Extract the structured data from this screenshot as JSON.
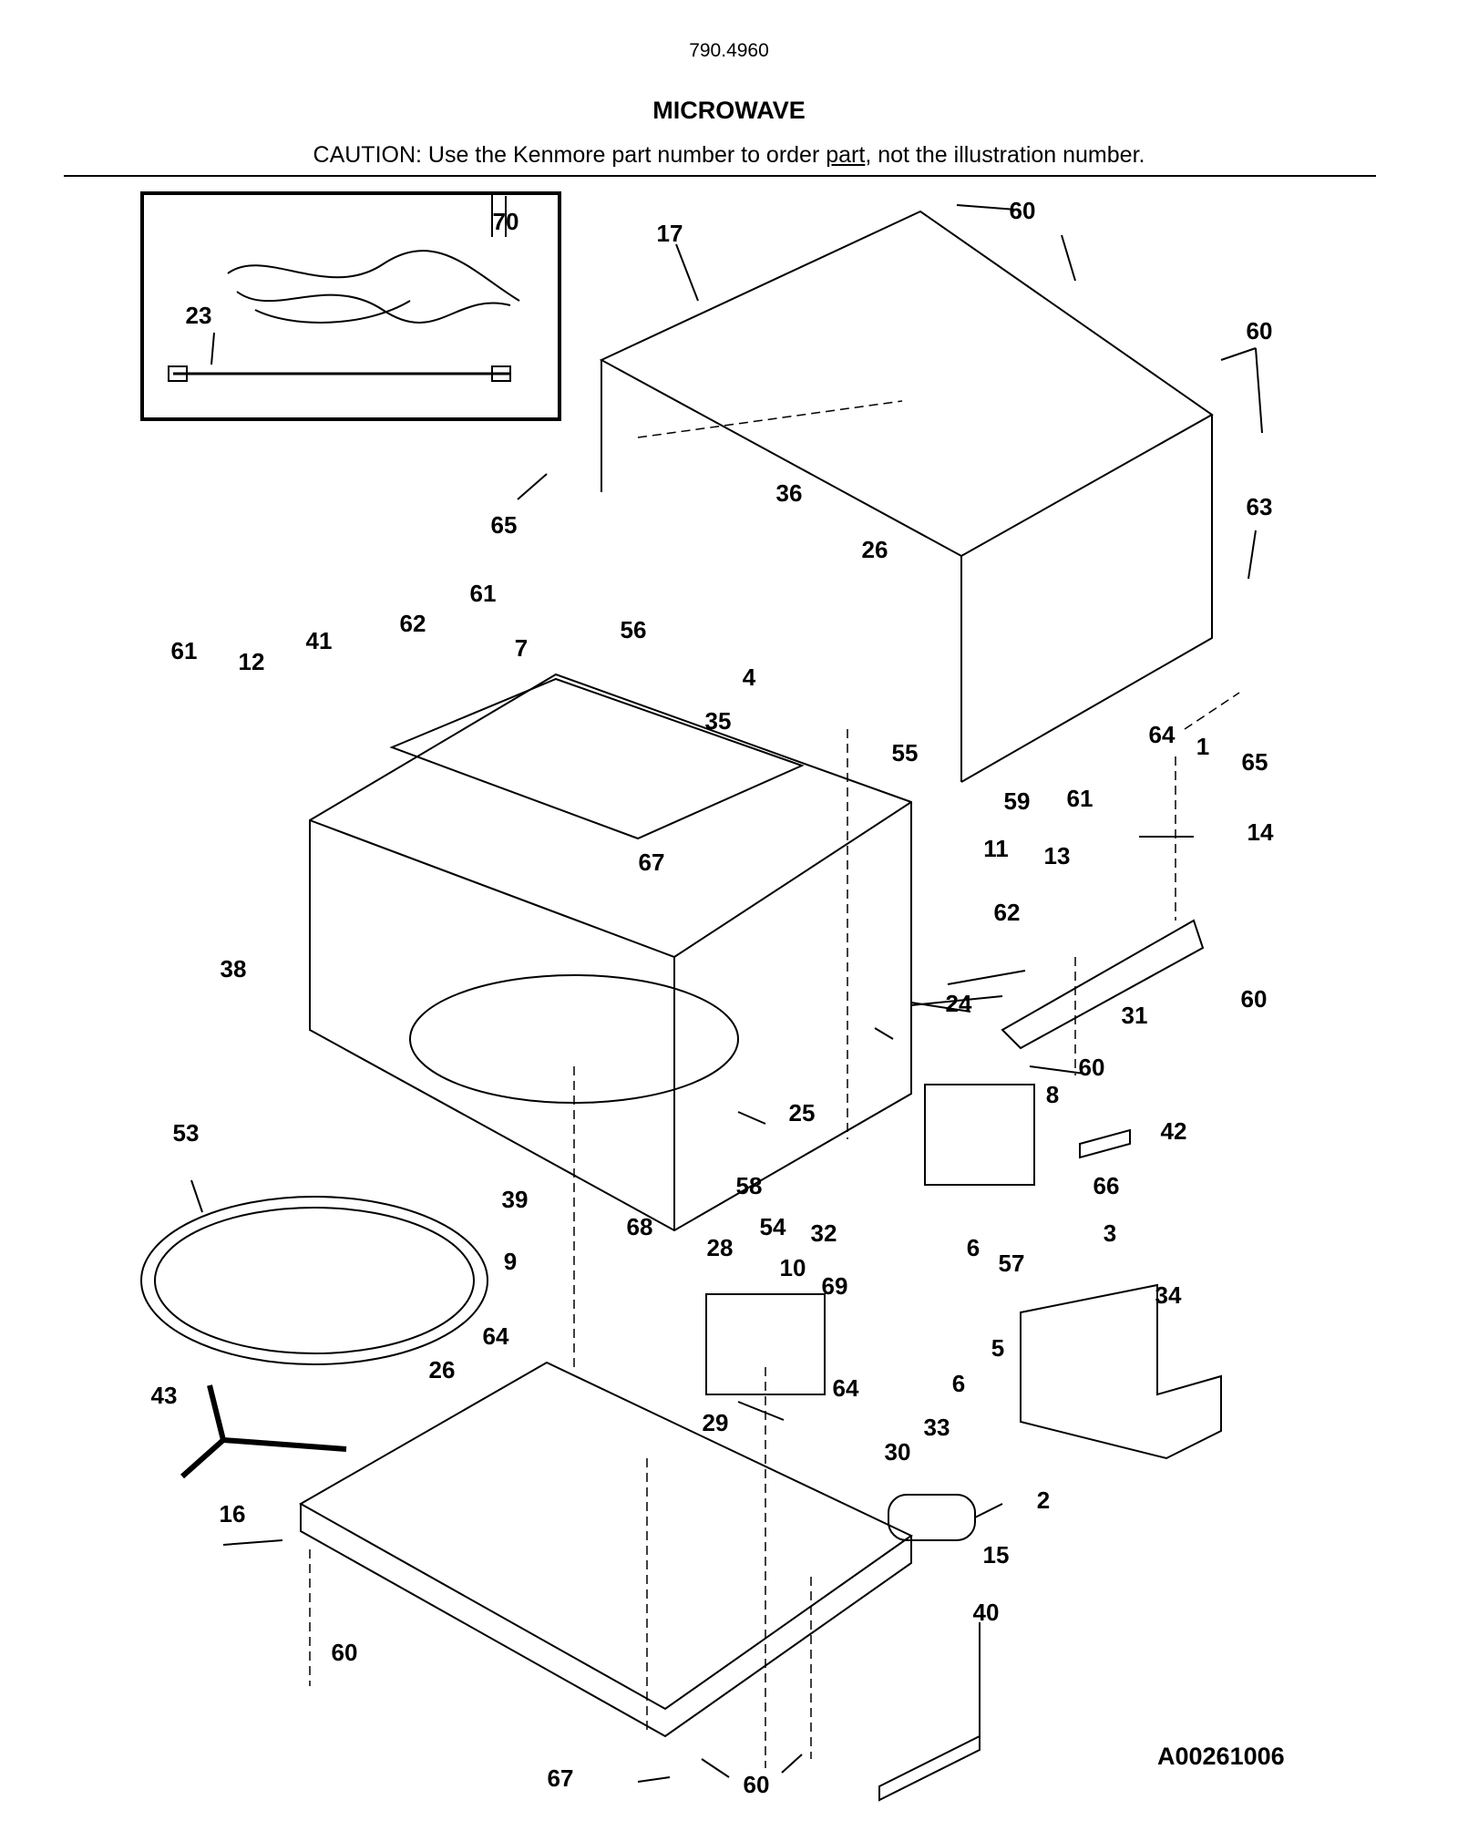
{
  "header": {
    "model_number": "790.4960",
    "title": "MICROWAVE",
    "caution_prefix": "CAUTION: Use the Kenmore part number to order ",
    "caution_link": "part",
    "caution_suffix": ", not the illustration number."
  },
  "diagram_code": "A00261006",
  "callouts": [
    {
      "id": "c70a",
      "text": "70"
    },
    {
      "id": "c23",
      "text": "23"
    },
    {
      "id": "c17",
      "text": "17"
    },
    {
      "id": "c60a",
      "text": "60"
    },
    {
      "id": "c60b",
      "text": "60"
    },
    {
      "id": "c65a",
      "text": "65"
    },
    {
      "id": "c63",
      "text": "63"
    },
    {
      "id": "c36",
      "text": "36"
    },
    {
      "id": "c26a",
      "text": "26"
    },
    {
      "id": "c61a",
      "text": "61"
    },
    {
      "id": "c62a",
      "text": "62"
    },
    {
      "id": "c7",
      "text": "7"
    },
    {
      "id": "c61b",
      "text": "61"
    },
    {
      "id": "c12",
      "text": "12"
    },
    {
      "id": "c41",
      "text": "41"
    },
    {
      "id": "c56",
      "text": "56"
    },
    {
      "id": "c4",
      "text": "4"
    },
    {
      "id": "c55",
      "text": "55"
    },
    {
      "id": "c35",
      "text": "35"
    },
    {
      "id": "c65b",
      "text": "65"
    },
    {
      "id": "c64a",
      "text": "64"
    },
    {
      "id": "c1",
      "text": "1"
    },
    {
      "id": "c59",
      "text": "59"
    },
    {
      "id": "c11",
      "text": "11"
    },
    {
      "id": "c61c",
      "text": "61"
    },
    {
      "id": "c14",
      "text": "14"
    },
    {
      "id": "c13",
      "text": "13"
    },
    {
      "id": "c67a",
      "text": "67"
    },
    {
      "id": "c62b",
      "text": "62"
    },
    {
      "id": "c38",
      "text": "38"
    },
    {
      "id": "c24",
      "text": "24"
    },
    {
      "id": "c31",
      "text": "31"
    },
    {
      "id": "c60c",
      "text": "60"
    },
    {
      "id": "c60d",
      "text": "60"
    },
    {
      "id": "c8",
      "text": "8"
    },
    {
      "id": "c25",
      "text": "25"
    },
    {
      "id": "c42",
      "text": "42"
    },
    {
      "id": "c53",
      "text": "53"
    },
    {
      "id": "c58",
      "text": "58"
    },
    {
      "id": "c66",
      "text": "66"
    },
    {
      "id": "c54",
      "text": "54"
    },
    {
      "id": "c39",
      "text": "39"
    },
    {
      "id": "c68",
      "text": "68"
    },
    {
      "id": "c28",
      "text": "28"
    },
    {
      "id": "c32",
      "text": "32"
    },
    {
      "id": "c6a",
      "text": "6"
    },
    {
      "id": "c57",
      "text": "57"
    },
    {
      "id": "c3",
      "text": "3"
    },
    {
      "id": "c9",
      "text": "9"
    },
    {
      "id": "c10",
      "text": "10"
    },
    {
      "id": "c69",
      "text": "69"
    },
    {
      "id": "c34",
      "text": "34"
    },
    {
      "id": "c64b",
      "text": "64"
    },
    {
      "id": "c5",
      "text": "5"
    },
    {
      "id": "c26b",
      "text": "26"
    },
    {
      "id": "c6b",
      "text": "6"
    },
    {
      "id": "c43",
      "text": "43"
    },
    {
      "id": "c29",
      "text": "29"
    },
    {
      "id": "c64c",
      "text": "64"
    },
    {
      "id": "c33",
      "text": "33"
    },
    {
      "id": "c30",
      "text": "30"
    },
    {
      "id": "c2",
      "text": "2"
    },
    {
      "id": "c16",
      "text": "16"
    },
    {
      "id": "c15",
      "text": "15"
    },
    {
      "id": "c60e",
      "text": "60"
    },
    {
      "id": "c40",
      "text": "40"
    },
    {
      "id": "c67b",
      "text": "67"
    },
    {
      "id": "c60f",
      "text": "60"
    }
  ]
}
